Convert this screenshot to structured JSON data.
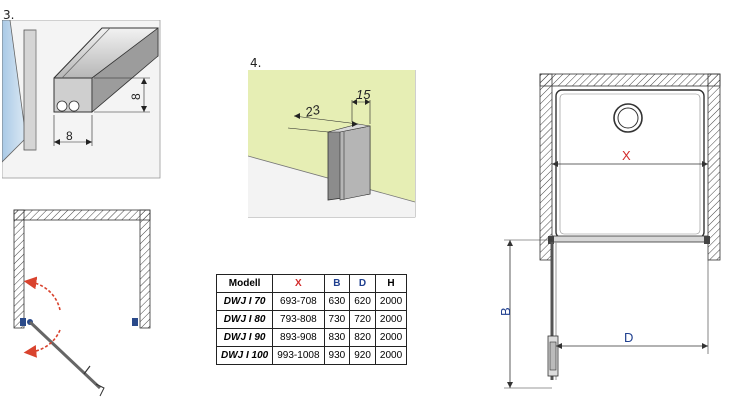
{
  "steps": {
    "step3": "3.",
    "step4": "4."
  },
  "detail3": {
    "dim_height": "8",
    "dim_width": "8"
  },
  "detail4": {
    "dim_depth": "23",
    "dim_width": "15"
  },
  "dimensions": {
    "x": "X",
    "b": "B",
    "d": "D"
  },
  "table": {
    "headers": [
      "Modell",
      "X",
      "B",
      "D",
      "H"
    ],
    "rows": [
      [
        "DWJ I 70",
        "693-708",
        "630",
        "620",
        "2000"
      ],
      [
        "DWJ I 80",
        "793-808",
        "730",
        "720",
        "2000"
      ],
      [
        "DWJ I 90",
        "893-908",
        "830",
        "820",
        "2000"
      ],
      [
        "DWJ I 100",
        "993-1008",
        "930",
        "920",
        "2000"
      ]
    ]
  },
  "colors": {
    "x_label": "#d22b2b",
    "b_label": "#1f3f8f",
    "d_label": "#1f3f8f",
    "wall_fill": "#e6eeb4"
  }
}
